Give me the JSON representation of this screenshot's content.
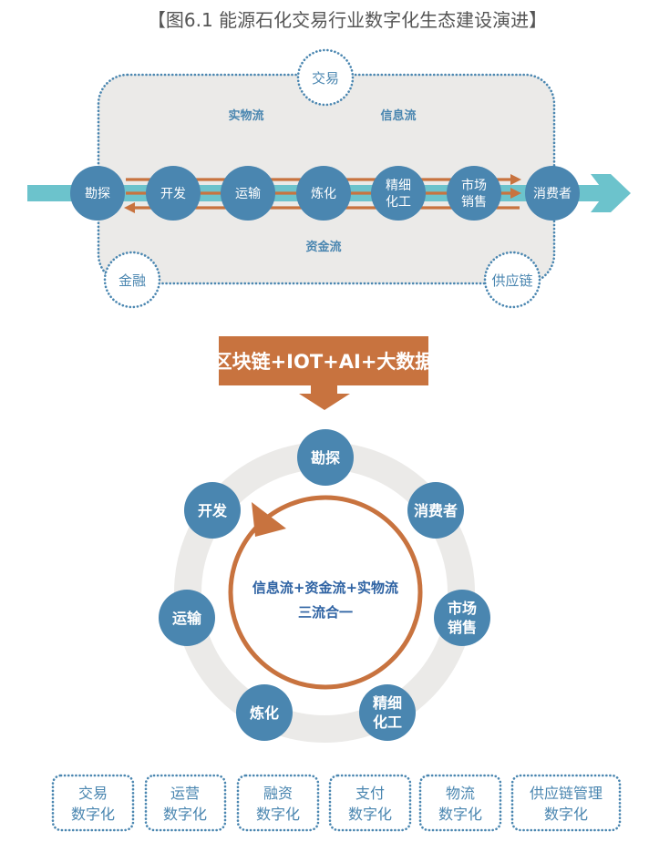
{
  "title": "【图6.1 能源石化交易行业数字化生态建设演进】",
  "top_diagram": {
    "corner_labels": {
      "trade": "交易",
      "finance": "金融",
      "supply_chain": "供应链"
    },
    "flow_labels": {
      "physical": "实物流",
      "information": "信息流",
      "capital": "资金流"
    },
    "chain_nodes": [
      {
        "lines": [
          "勘探"
        ]
      },
      {
        "lines": [
          "开发"
        ]
      },
      {
        "lines": [
          "运输"
        ]
      },
      {
        "lines": [
          "炼化"
        ]
      },
      {
        "lines": [
          "精细",
          "化工"
        ]
      },
      {
        "lines": [
          "市场",
          "销售"
        ]
      },
      {
        "lines": [
          "消费者"
        ]
      }
    ]
  },
  "tech_banner": {
    "label": "区块链+IOT+AI+大数据"
  },
  "cycle": {
    "nodes": [
      {
        "lines": [
          "勘探"
        ]
      },
      {
        "lines": [
          "消费者"
        ]
      },
      {
        "lines": [
          "市场",
          "销售"
        ]
      },
      {
        "lines": [
          "精细",
          "化工"
        ]
      },
      {
        "lines": [
          "炼化"
        ]
      },
      {
        "lines": [
          "运输"
        ]
      },
      {
        "lines": [
          "开发"
        ]
      }
    ],
    "center_lines": [
      "信息流+资金流+实物流",
      "三流合一"
    ]
  },
  "digitalization_boxes": [
    {
      "lines": [
        "交易",
        "数字化"
      ]
    },
    {
      "lines": [
        "运营",
        "数字化"
      ]
    },
    {
      "lines": [
        "融资",
        "数字化"
      ]
    },
    {
      "lines": [
        "支付",
        "数字化"
      ]
    },
    {
      "lines": [
        "物流",
        "数字化"
      ]
    },
    {
      "lines": [
        "供应链管理",
        "数字化"
      ]
    }
  ],
  "colors": {
    "node_blue": "#4a86b0",
    "teal": "#6cc3cc",
    "orange": "#c8733f",
    "panel_gray": "#ebeae8",
    "title_gray": "#555555",
    "center_text_blue": "#2f63a3"
  }
}
